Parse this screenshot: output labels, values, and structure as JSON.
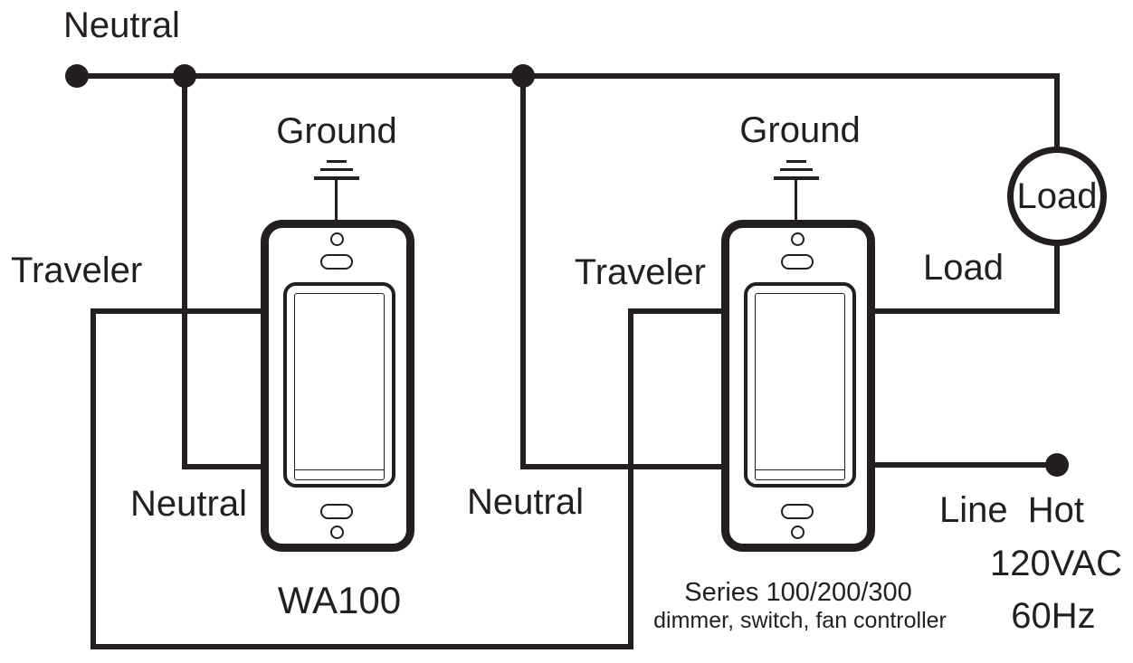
{
  "colors": {
    "ink": "#231f20",
    "background": "#ffffff"
  },
  "labels": {
    "neutral_bus": "Neutral",
    "ground_left": "Ground",
    "ground_right": "Ground",
    "traveler_left": "Traveler",
    "traveler_right": "Traveler",
    "neutral_left": "Neutral",
    "neutral_right": "Neutral",
    "load_wire": "Load",
    "load_device": "Load",
    "line_hot": "Line  Hot",
    "voltage": "120VAC",
    "frequency": "60Hz"
  },
  "devices": {
    "switch1": {
      "model": "WA100"
    },
    "switch2": {
      "series": "Series 100/200/300",
      "description": "dimmer, switch, fan controller"
    }
  }
}
